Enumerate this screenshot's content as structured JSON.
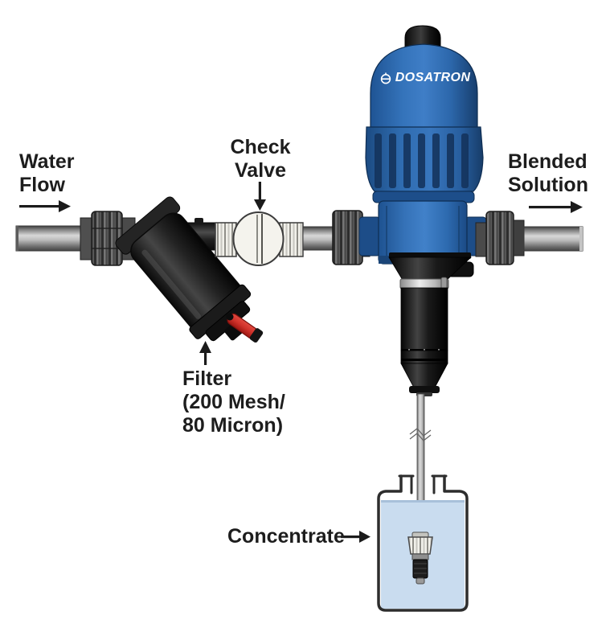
{
  "labels": {
    "water_flow": "Water\nFlow",
    "check_valve": "Check\nValve",
    "blended_solution": "Blended\nSolution",
    "filter": "Filter\n(200 Mesh/\n80 Micron)",
    "concentrate": "Concentrate"
  },
  "pump": {
    "brand": "DOSATRON"
  },
  "components": [
    "water inlet pipe",
    "pipe union nut",
    "y-filter with red drain valve handle",
    "check valve",
    "dosatron injector pump",
    "injection stem",
    "suction tube",
    "suction strainer",
    "concentrate container"
  ],
  "icons": {
    "water_flow_arrow": "right-arrow",
    "check_valve_arrow": "down-arrow",
    "filter_arrow": "up-arrow",
    "blended_solution_arrow": "right-arrow",
    "concentrate_arrow": "right-arrow",
    "brand_mark": "circle-with-horizontal-bar"
  },
  "colors": {
    "background": "#ffffff",
    "pump_blue": "#3f7ec7",
    "pump_blue_dark": "#1a4778",
    "handle_red": "#cf312a",
    "liquid_blue": "#c9dcef",
    "pipe_gray": "#b5b5b5",
    "fitting_dark_gray": "#4a4a4a",
    "equipment_black": "#1c1c1c",
    "valve_white": "#f4f3ed",
    "text_black": "#1d1d1d"
  }
}
